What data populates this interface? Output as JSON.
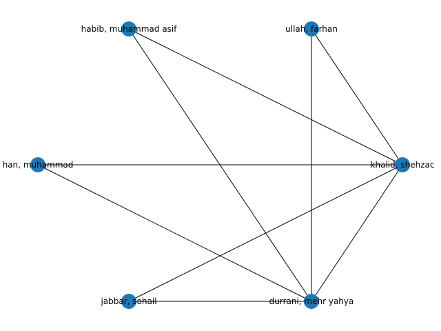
{
  "graph": {
    "node_color": "#1f78b4",
    "edge_color": "#000000",
    "nodes": [
      {
        "id": "habib",
        "label": "habib, muhammad asif"
      },
      {
        "id": "ullah",
        "label": "ullah, farhan"
      },
      {
        "id": "rehman",
        "label": "han, muhammad"
      },
      {
        "id": "khalid",
        "label": "khalid, shehzac"
      },
      {
        "id": "jabbar",
        "label": "jabbar, sohail"
      },
      {
        "id": "durrani",
        "label": "durrani, mehr yahya"
      }
    ],
    "edges": [
      [
        "habib",
        "khalid"
      ],
      [
        "habib",
        "durrani"
      ],
      [
        "ullah",
        "khalid"
      ],
      [
        "ullah",
        "durrani"
      ],
      [
        "rehman",
        "khalid"
      ],
      [
        "rehman",
        "durrani"
      ],
      [
        "khalid",
        "jabbar"
      ],
      [
        "khalid",
        "durrani"
      ],
      [
        "jabbar",
        "durrani"
      ]
    ]
  }
}
